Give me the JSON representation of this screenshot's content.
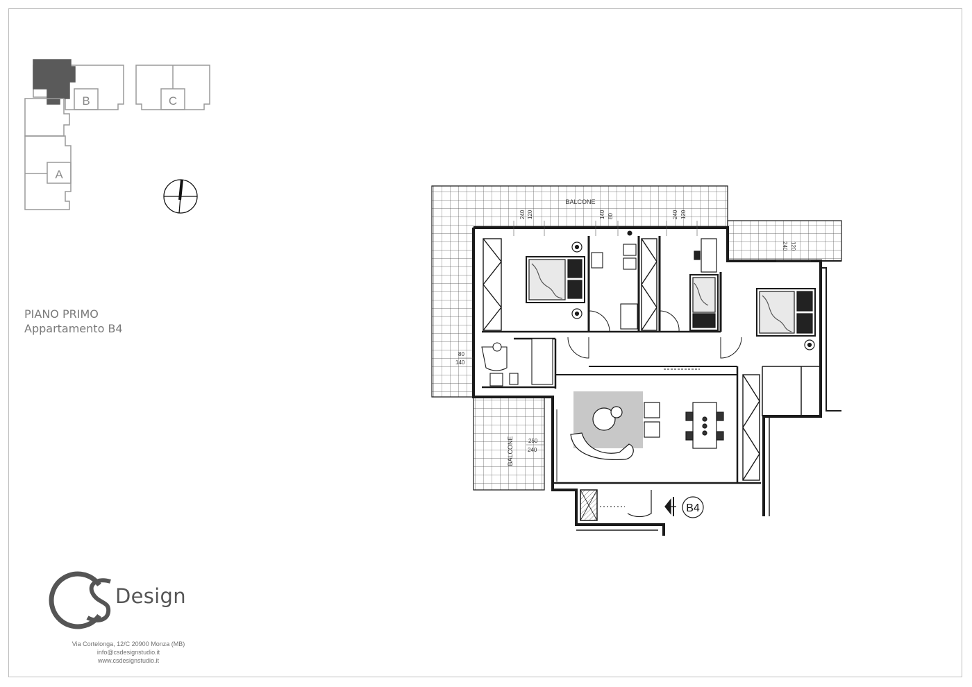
{
  "header": {
    "floor_label": "PIANO PRIMO",
    "apartment_label": "Appartamento B4"
  },
  "key_plan": {
    "buildings": [
      "A",
      "B",
      "C"
    ],
    "highlighted_building": "B",
    "highlight_color": "#5a5a5a"
  },
  "plan": {
    "balcony_labels": [
      "BALCONE",
      "BALCONE"
    ],
    "unit_badge": "B4",
    "dimensions": [
      "240",
      "120",
      "140",
      "80",
      "240",
      "120",
      "240",
      "120",
      "80",
      "140",
      "250",
      "240"
    ]
  },
  "brand": {
    "logo_letters": "CS",
    "logo_word": "Design",
    "address": "Via Cortelonga, 12/C 20900 Monza (MB)",
    "email": "info@csdesignstudio.it",
    "website": "www.csdesignstudio.it"
  },
  "colors": {
    "line": "#1a1a1a",
    "keyplan_line": "#9a9a9a",
    "rug": "#c8c8c8",
    "text_grey": "#7a7a7a"
  },
  "icons": [
    "compass-icon",
    "entrance-arrow-icon"
  ]
}
